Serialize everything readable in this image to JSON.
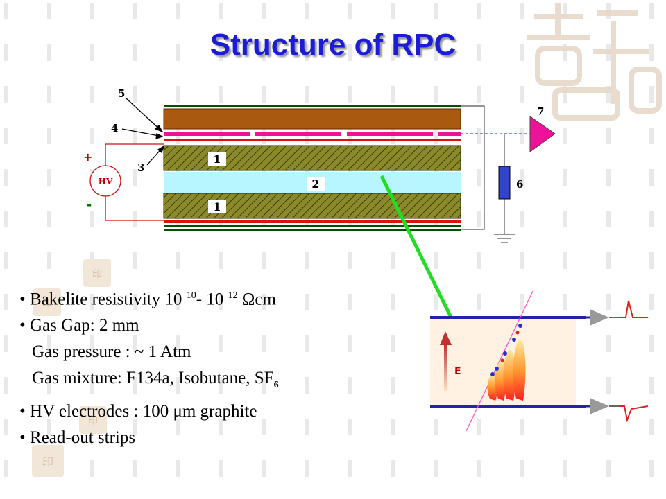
{
  "title": "Structure of RPC",
  "diagram": {
    "labels": {
      "n1": "1",
      "n2": "2",
      "n3": "3",
      "n4": "4",
      "n5": "5",
      "n6": "6",
      "n7": "7",
      "hv": "HV",
      "plus": "+",
      "minus": "-",
      "e_field": "E"
    }
  },
  "bullets": {
    "b1_text": "Bakelite resistivity 10",
    "b1_exp1": "10",
    "b1_mid": "- 10",
    "b1_exp2": "12",
    "b1_unit": "Ωcm",
    "b2": "Gas Gap: 2 mm",
    "b3": "Gas pressure : ~ 1 Atm",
    "b4_text": "Gas mixture:  F134a, Isobutane, SF",
    "b4_sub": "6",
    "b5": "HV electrodes : 100 μm graphite",
    "b6": "Read-out strips"
  },
  "colors": {
    "title": "#1c1cd6",
    "bakelite_top": "#a95a10",
    "bakelite_hatch": "#7a7a1e",
    "gas_gap": "#b8f6ff",
    "strip_magenta": "#ee1199",
    "electrode_red": "#e01010",
    "ground_green": "#005000",
    "arrow_green": "#22dd22",
    "resistor_blue": "#3344cc"
  }
}
